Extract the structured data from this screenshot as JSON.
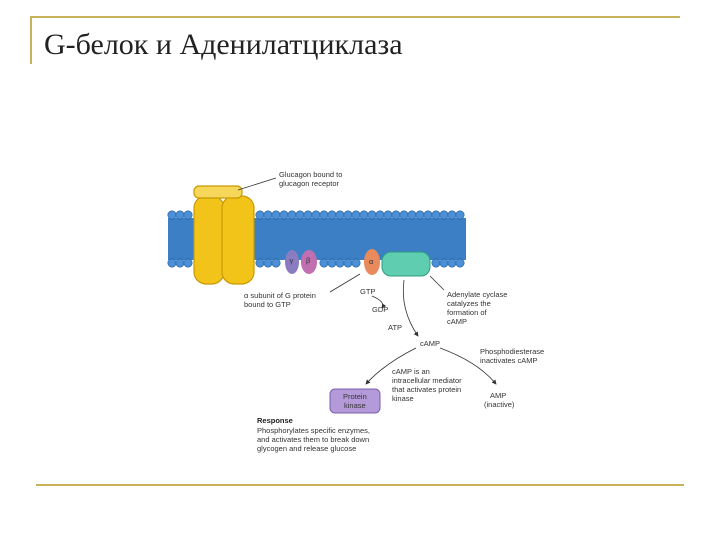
{
  "title": "G-белок и Аденилатциклаза",
  "colors": {
    "accent_line": "#c9b25a",
    "membrane": "#3d7fc4",
    "receptor": "#f2c318",
    "g_gamma": "#8a7cc0",
    "g_beta": "#c070b0",
    "g_alpha": "#e98a5c",
    "adenylate_cyclase": "#5fcdb0",
    "protein_kinase": "#b49ad8"
  },
  "diagram": {
    "receptor_label": [
      "Glucagon bound to",
      "glucagon receptor"
    ],
    "gamma": "γ",
    "beta": "β",
    "alpha": "α",
    "alpha_label": [
      "α subunit of G protein",
      "bound to GTP"
    ],
    "gtp": "GTP",
    "gdp": "GDP",
    "atp": "ATP",
    "camp": "cAMP",
    "cyclase_label": [
      "Adenylate cyclase",
      "catalyzes the",
      "formation of",
      "cAMP"
    ],
    "pde_label": [
      "Phosphodiesterase",
      "inactivates cAMP"
    ],
    "camp_mediator_label": [
      "cAMP is an",
      "intracellular mediator",
      "that activates protein",
      "kinase"
    ],
    "amp_label": [
      "AMP",
      "(inactive)"
    ],
    "kinase_label": [
      "Protein",
      "kinase"
    ],
    "response_title": "Response",
    "response_text": [
      "Phosphorylates specific enzymes,",
      "and activates them to break down",
      "glycogen and release glucose"
    ]
  }
}
